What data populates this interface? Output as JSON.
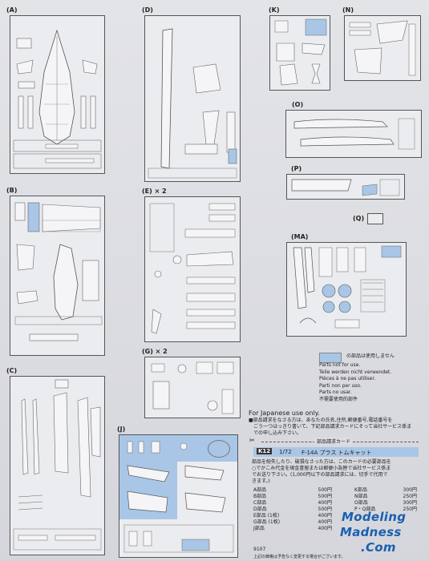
{
  "frames": {
    "A": "(A)",
    "B": "(B)",
    "C": "(C)",
    "D": "(D)",
    "E": "(E) × 2",
    "G": "(G) × 2",
    "J": "(J)",
    "K": "(K)",
    "N": "(N)",
    "O": "(O)",
    "P": "(P)",
    "Q": "(Q)",
    "MA": "(MA)"
  },
  "legend": {
    "lines": [
      "の部品は使用しません",
      "Parts not for use.",
      "Teile werden nicht verwendet.",
      "Pièces à ne pas utiliser.",
      "Parti non per uso.",
      "Parts no usar.",
      "不需要使用的部件"
    ]
  },
  "order": {
    "japanese_note": "For Japanese use only.",
    "bullet_line1": "■部品請求をなさる方は、あなたの氏名,住所,郵便番号,電話番号を",
    "bullet_line2": "　ごう一つはっきり書いて、下記部品請求カードにそって当社サービス係ま",
    "bullet_line3": "　での申し込み下さい。",
    "card_title": "部品請求カード",
    "kit_code": "K12",
    "scale": "1/72",
    "kit_name": "F-14A プラス トムキャット",
    "desc1": "部品を紛失したり、破損なさった方は、このカードの必要部品を",
    "desc2": "○でかこみ代金を現金書留または郵便小為替で当社サービス係ま",
    "desc3": "でお送り下さい。(1,000円以下の部品請求には、切手で代用で",
    "desc4": "きます。)",
    "left_parts": [
      {
        "name": "A部品",
        "price": "500円"
      },
      {
        "name": "B部品",
        "price": "500円"
      },
      {
        "name": "C部品",
        "price": "400円"
      },
      {
        "name": "D部品",
        "price": "500円"
      },
      {
        "name": "E部品 (1枚)",
        "price": "400円"
      },
      {
        "name": "G部品 (1枚)",
        "price": "400円"
      },
      {
        "name": "J部品",
        "price": "400円"
      }
    ],
    "right_parts": [
      {
        "name": "K部品",
        "price": "300円"
      },
      {
        "name": "N部品",
        "price": "250円"
      },
      {
        "name": "O部品",
        "price": "300円"
      },
      {
        "name": "P・Q部品",
        "price": "250円"
      }
    ],
    "code": "9107",
    "footer": "上記の価格は予告なく変更する場合がございます。"
  },
  "watermark": {
    "line1": "Modeling",
    "line2": "Madness",
    "line3": ".Com"
  },
  "colors": {
    "blue_part": "#a9c6e6",
    "logo": "#1b5fb0"
  }
}
